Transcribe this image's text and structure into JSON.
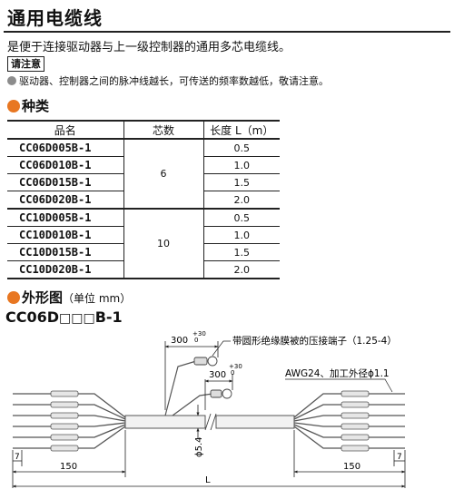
{
  "title": "通用电缆线",
  "description": "是便于连接驱动器与上一级控制器的通用多芯电缆线。",
  "notice": {
    "label": "请注意",
    "text": "驱动器、控制器之间的脉冲线越长，可传送的频率数越低，敬请注意。"
  },
  "types": {
    "heading": "种类",
    "columns": [
      "品名",
      "芯数",
      "长度 L（m）"
    ],
    "groups": [
      {
        "cores": "6",
        "rows": [
          {
            "model": "CC06D005B-1",
            "length": "0.5"
          },
          {
            "model": "CC06D010B-1",
            "length": "1.0"
          },
          {
            "model": "CC06D015B-1",
            "length": "1.5"
          },
          {
            "model": "CC06D020B-1",
            "length": "2.0"
          }
        ]
      },
      {
        "cores": "10",
        "rows": [
          {
            "model": "CC10D005B-1",
            "length": "0.5"
          },
          {
            "model": "CC10D010B-1",
            "length": "1.0"
          },
          {
            "model": "CC10D015B-1",
            "length": "1.5"
          },
          {
            "model": "CC10D020B-1",
            "length": "2.0"
          }
        ]
      }
    ]
  },
  "outline": {
    "heading": "外形图",
    "unit": "（单位 mm）",
    "model_prefix": "CC06D",
    "model_boxes": "□□□",
    "model_suffix": "B-1",
    "dim_300_top": "300",
    "dim_300_bottom": "300",
    "tol_plus": "+30",
    "tol_zero": "0",
    "terminal_label": "带圆形绝缘膜被的压接端子（1.25-4）",
    "wire_label": "AWG24、加工外径ϕ1.1",
    "diameter": "ϕ5.4",
    "dim_150": "150",
    "dim_7": "7",
    "dim_L": "L"
  }
}
